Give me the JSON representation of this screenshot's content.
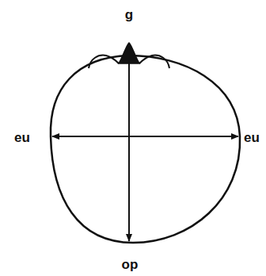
{
  "diagram": {
    "labels": [
      "g",
      "eu",
      "eu",
      "op"
    ]
  }
}
